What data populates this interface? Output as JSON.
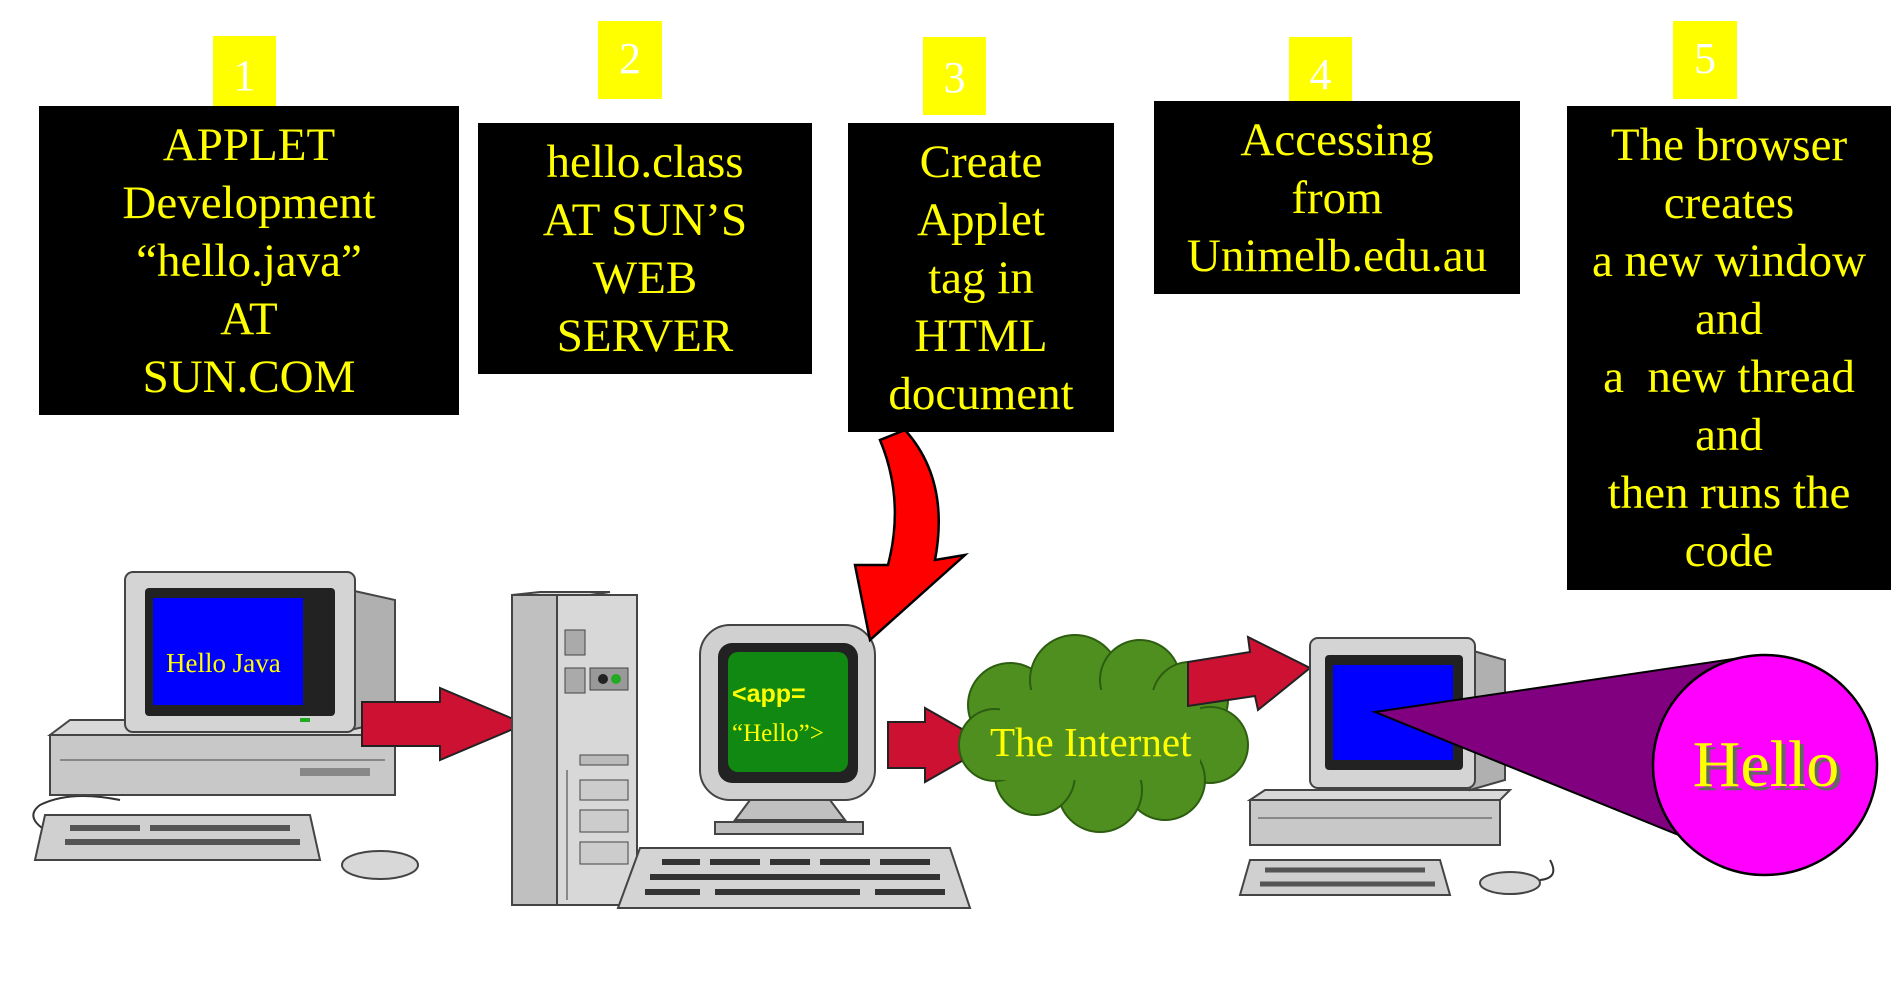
{
  "steps": [
    {
      "number": "1",
      "lines": [
        "APPLET",
        "Development",
        "“hello.java”",
        "AT",
        "SUN.COM"
      ]
    },
    {
      "number": "2",
      "lines": [
        "hello.class",
        "AT SUN’S",
        "WEB",
        "SERVER"
      ]
    },
    {
      "number": "3",
      "lines": [
        "Create",
        "Applet",
        "tag in",
        "HTML",
        "document"
      ]
    },
    {
      "number": "4",
      "lines": [
        "Accessing",
        "from",
        "Unimelb.edu.au"
      ]
    },
    {
      "number": "5",
      "lines": [
        "The browser",
        "creates",
        "a new window",
        "and",
        "a  new thread",
        "and",
        "then runs the",
        "code"
      ]
    }
  ],
  "scene": {
    "dev_screen_text": "Hello Java",
    "server_screen_line1": "<app=",
    "server_screen_line2": "“Hello”>",
    "cloud_label": "The Internet",
    "output_label": "Hello"
  },
  "colors": {
    "box_bg": "#000000",
    "box_text": "#ffff00",
    "number_bg": "#ffff00",
    "arrow_red": "#cc1133",
    "cloud_green": "#4f8f1f",
    "cone_purple": "#800080",
    "circle_magenta": "#ff00ff",
    "screen_blue": "#0000ff",
    "screen_green": "#118811"
  }
}
